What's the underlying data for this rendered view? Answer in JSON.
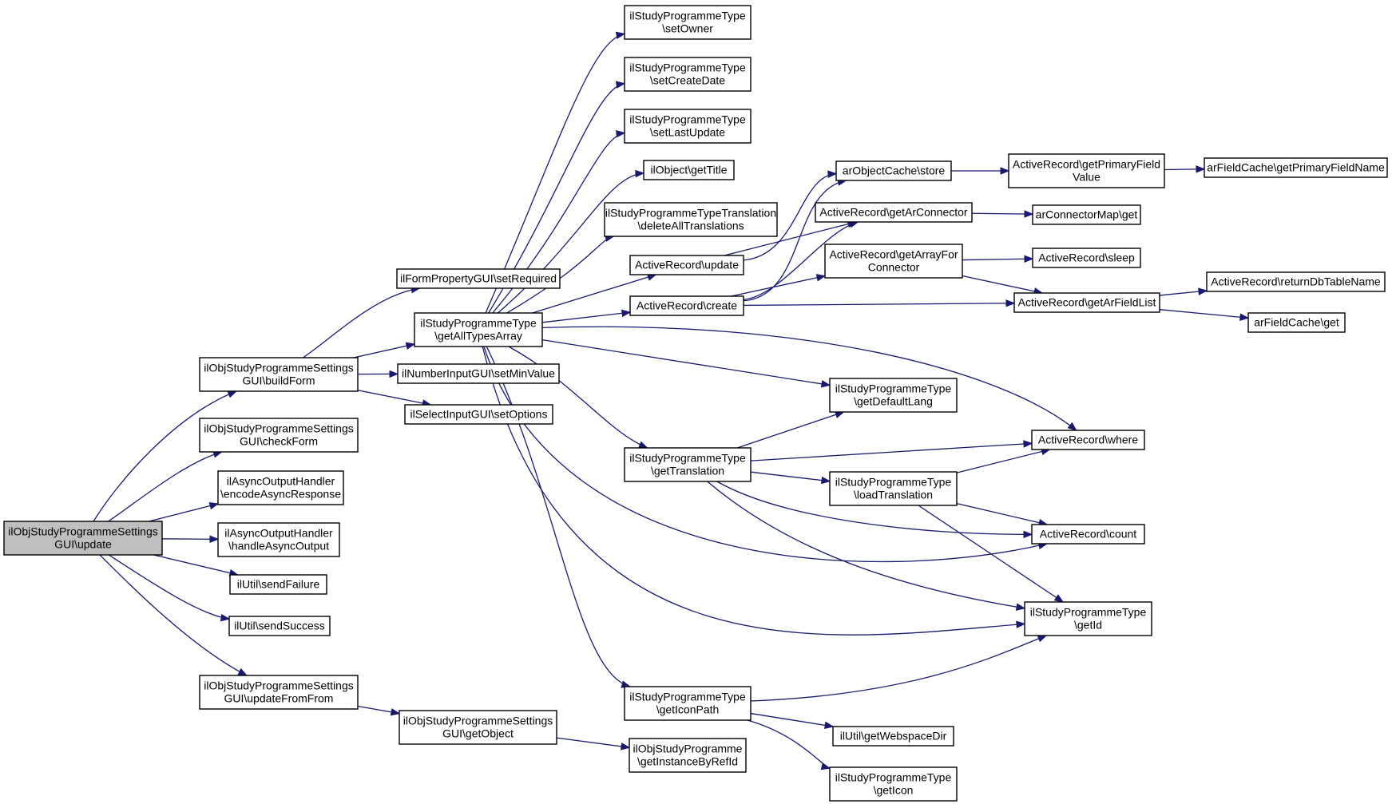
{
  "nodes": [
    {
      "id": "root",
      "lines": [
        "ilObjStudyProgrammeSettings",
        "GUI\\update"
      ]
    },
    {
      "id": "buildForm",
      "lines": [
        "ilObjStudyProgrammeSettings",
        "GUI\\buildForm"
      ]
    },
    {
      "id": "checkForm",
      "lines": [
        "ilObjStudyProgrammeSettings",
        "GUI\\checkForm"
      ]
    },
    {
      "id": "encodeAsync",
      "lines": [
        "ilAsyncOutputHandler",
        "\\encodeAsyncResponse"
      ]
    },
    {
      "id": "handleAsync",
      "lines": [
        "ilAsyncOutputHandler",
        "\\handleAsyncOutput"
      ]
    },
    {
      "id": "sendFailure",
      "lines": [
        "ilUtil\\sendFailure"
      ]
    },
    {
      "id": "sendSuccess",
      "lines": [
        "ilUtil\\sendSuccess"
      ]
    },
    {
      "id": "updateFromFrom",
      "lines": [
        "ilObjStudyProgrammeSettings",
        "GUI\\updateFromFrom"
      ]
    },
    {
      "id": "setRequired",
      "lines": [
        "ilFormPropertyGUI\\setRequired"
      ]
    },
    {
      "id": "getAllTypesArray",
      "lines": [
        "ilStudyProgrammeType",
        "\\getAllTypesArray"
      ]
    },
    {
      "id": "setMinValue",
      "lines": [
        "ilNumberInputGUI\\setMinValue"
      ]
    },
    {
      "id": "setOptions",
      "lines": [
        "ilSelectInputGUI\\setOptions"
      ]
    },
    {
      "id": "getObject",
      "lines": [
        "ilObjStudyProgrammeSettings",
        "GUI\\getObject"
      ]
    },
    {
      "id": "setOwner",
      "lines": [
        "ilStudyProgrammeType",
        "\\setOwner"
      ]
    },
    {
      "id": "setCreateDate",
      "lines": [
        "ilStudyProgrammeType",
        "\\setCreateDate"
      ]
    },
    {
      "id": "setLastUpdate",
      "lines": [
        "ilStudyProgrammeType",
        "\\setLastUpdate"
      ]
    },
    {
      "id": "getTitle",
      "lines": [
        "ilObject\\getTitle"
      ]
    },
    {
      "id": "deleteAllTranslations",
      "lines": [
        "ilStudyProgrammeTypeTranslation",
        "\\deleteAllTranslations"
      ]
    },
    {
      "id": "arUpdate",
      "lines": [
        "ActiveRecord\\update"
      ]
    },
    {
      "id": "arCreate",
      "lines": [
        "ActiveRecord\\create"
      ]
    },
    {
      "id": "getTranslation",
      "lines": [
        "ilStudyProgrammeType",
        "\\getTranslation"
      ]
    },
    {
      "id": "getIconPath",
      "lines": [
        "ilStudyProgrammeType",
        "\\getIconPath"
      ]
    },
    {
      "id": "getInstanceByRefId",
      "lines": [
        "ilObjStudyProgramme",
        "\\getInstanceByRefId"
      ]
    },
    {
      "id": "cacheStore",
      "lines": [
        "arObjectCache\\store"
      ]
    },
    {
      "id": "getArConnector",
      "lines": [
        "ActiveRecord\\getArConnector"
      ]
    },
    {
      "id": "getArrayForConnector",
      "lines": [
        "ActiveRecord\\getArrayFor",
        "Connector"
      ]
    },
    {
      "id": "getDefaultLang",
      "lines": [
        "ilStudyProgrammeType",
        "\\getDefaultLang"
      ]
    },
    {
      "id": "loadTranslation",
      "lines": [
        "ilStudyProgrammeType",
        "\\loadTranslation"
      ]
    },
    {
      "id": "getWebspaceDir",
      "lines": [
        "ilUtil\\getWebspaceDir"
      ]
    },
    {
      "id": "getIcon",
      "lines": [
        "ilStudyProgrammeType",
        "\\getIcon"
      ]
    },
    {
      "id": "getPrimaryFieldValue",
      "lines": [
        "ActiveRecord\\getPrimaryField",
        "Value"
      ]
    },
    {
      "id": "connectorMapGet",
      "lines": [
        "arConnectorMap\\get"
      ]
    },
    {
      "id": "arSleep",
      "lines": [
        "ActiveRecord\\sleep"
      ]
    },
    {
      "id": "getArFieldList",
      "lines": [
        "ActiveRecord\\getArFieldList"
      ]
    },
    {
      "id": "arWhere",
      "lines": [
        "ActiveRecord\\where"
      ]
    },
    {
      "id": "arCount",
      "lines": [
        "ActiveRecord\\count"
      ]
    },
    {
      "id": "getId",
      "lines": [
        "ilStudyProgrammeType",
        "\\getId"
      ]
    },
    {
      "id": "getPrimaryFieldName",
      "lines": [
        "arFieldCache\\getPrimaryFieldName"
      ]
    },
    {
      "id": "returnDbTableName",
      "lines": [
        "ActiveRecord\\returnDbTableName"
      ]
    },
    {
      "id": "fieldCacheGet",
      "lines": [
        "arFieldCache\\get"
      ]
    }
  ],
  "edges": [
    [
      "root",
      "buildForm"
    ],
    [
      "root",
      "checkForm"
    ],
    [
      "root",
      "encodeAsync"
    ],
    [
      "root",
      "handleAsync"
    ],
    [
      "root",
      "sendFailure"
    ],
    [
      "root",
      "sendSuccess"
    ],
    [
      "root",
      "updateFromFrom"
    ],
    [
      "buildForm",
      "setRequired"
    ],
    [
      "buildForm",
      "getAllTypesArray"
    ],
    [
      "buildForm",
      "setMinValue"
    ],
    [
      "buildForm",
      "setOptions"
    ],
    [
      "updateFromFrom",
      "getObject"
    ],
    [
      "getObject",
      "getInstanceByRefId"
    ],
    [
      "getAllTypesArray",
      "setOwner"
    ],
    [
      "getAllTypesArray",
      "setCreateDate"
    ],
    [
      "getAllTypesArray",
      "setLastUpdate"
    ],
    [
      "getAllTypesArray",
      "getTitle"
    ],
    [
      "getAllTypesArray",
      "deleteAllTranslations"
    ],
    [
      "getAllTypesArray",
      "arUpdate"
    ],
    [
      "getAllTypesArray",
      "arCreate"
    ],
    [
      "getAllTypesArray",
      "getDefaultLang"
    ],
    [
      "getAllTypesArray",
      "arWhere"
    ],
    [
      "getAllTypesArray",
      "getTranslation"
    ],
    [
      "getAllTypesArray",
      "arCount"
    ],
    [
      "getAllTypesArray",
      "getId"
    ],
    [
      "getAllTypesArray",
      "getIconPath"
    ],
    [
      "arUpdate",
      "cacheStore"
    ],
    [
      "arUpdate",
      "getArConnector"
    ],
    [
      "arCreate",
      "cacheStore"
    ],
    [
      "arCreate",
      "getArConnector"
    ],
    [
      "arCreate",
      "getArrayForConnector"
    ],
    [
      "arCreate",
      "getArFieldList"
    ],
    [
      "cacheStore",
      "getPrimaryFieldValue"
    ],
    [
      "getPrimaryFieldValue",
      "getPrimaryFieldName"
    ],
    [
      "getArConnector",
      "connectorMapGet"
    ],
    [
      "getArrayForConnector",
      "arSleep"
    ],
    [
      "getArrayForConnector",
      "getArFieldList"
    ],
    [
      "getArFieldList",
      "returnDbTableName"
    ],
    [
      "getArFieldList",
      "fieldCacheGet"
    ],
    [
      "getTranslation",
      "getDefaultLang"
    ],
    [
      "getTranslation",
      "arWhere"
    ],
    [
      "getTranslation",
      "loadTranslation"
    ],
    [
      "getTranslation",
      "arCount"
    ],
    [
      "getTranslation",
      "getId"
    ],
    [
      "loadTranslation",
      "arWhere"
    ],
    [
      "loadTranslation",
      "arCount"
    ],
    [
      "loadTranslation",
      "getId"
    ],
    [
      "getIconPath",
      "getId"
    ],
    [
      "getIconPath",
      "getWebspaceDir"
    ],
    [
      "getIconPath",
      "getIcon"
    ]
  ]
}
